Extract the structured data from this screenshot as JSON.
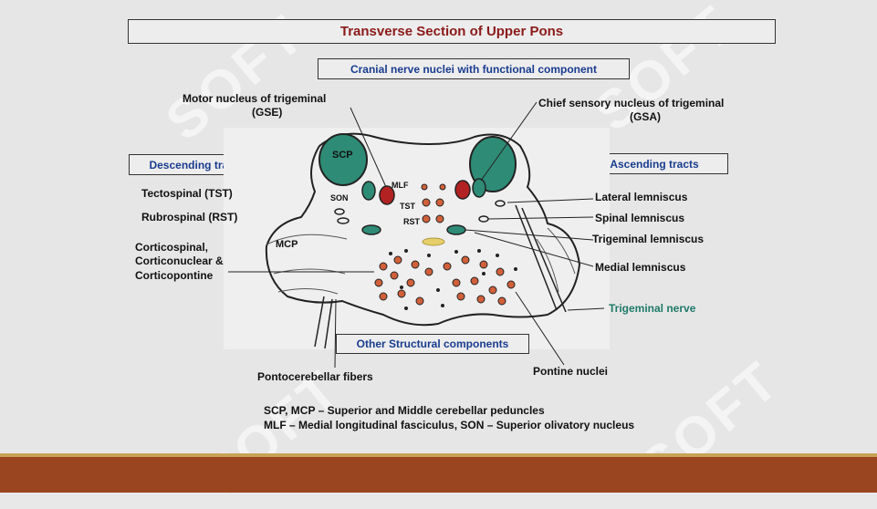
{
  "title": "Transverse Section of Upper Pons",
  "headers": {
    "cranial_nerve_nuclei": "Cranial nerve nuclei with functional component",
    "descending_tracts": "Descending tracts",
    "ascending_tracts": "Ascending tracts",
    "other_structural": "Other Structural components"
  },
  "labels": {
    "motor_nucleus_line1": "Motor nucleus of trigeminal",
    "motor_nucleus_line2": "(GSE)",
    "chief_sensory_line1": "Chief sensory  nucleus of trigeminal",
    "chief_sensory_line2": "(GSA)",
    "tectospinal": "Tectospinal (TST)",
    "rubrospinal": "Rubrospinal (RST)",
    "corticospinal_line1": "Corticospinal,",
    "corticospinal_line2": "Corticonuclear &",
    "corticospinal_line3": "Corticopontine",
    "lateral_lemniscus": "Lateral lemniscus",
    "spinal_lemniscus": "Spinal lemniscus",
    "trigeminal_lemniscus": "Trigeminal lemniscus",
    "medial_lemniscus": "Medial lemniscus",
    "trigeminal_nerve": "Trigeminal  nerve",
    "pontocerebellar": "Pontocerebellar fibers",
    "pontine_nuclei": "Pontine nuclei"
  },
  "diagram_labels": {
    "scp": "SCP",
    "mcp": "MCP",
    "son": "SON",
    "mlf": "MLF",
    "tst": "TST",
    "rst": "RST"
  },
  "legend": {
    "line1": "SCP, MCP –  Superior and Middle  cerebellar peduncles",
    "line2": "MLF – Medial longitudinal fasciculus, SON – Superior olivatory nucleus"
  },
  "watermark": "SOFT",
  "colors": {
    "title": "#8b1a1a",
    "header_blue": "#1a3c8f",
    "trigeminal_nerve_green": "#1e7a68",
    "nucleus_teal": "#2e8b76",
    "motor_nucleus_red": "#b22222",
    "pontine_nuclei_orange": "#d0603a",
    "footer": "#9b4420"
  }
}
